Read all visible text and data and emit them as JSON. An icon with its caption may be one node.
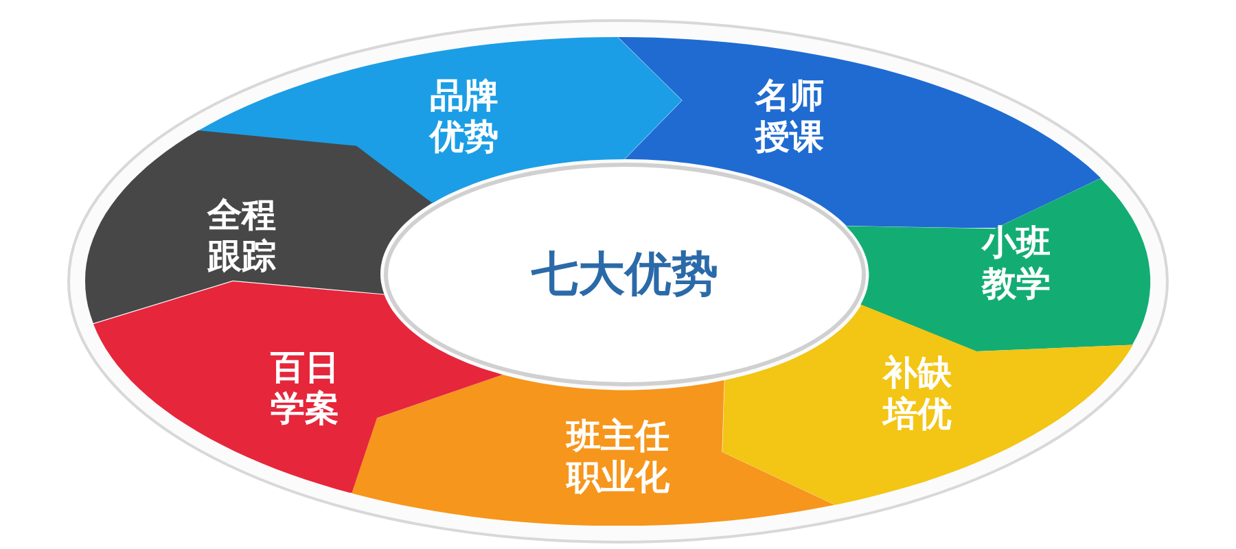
{
  "diagram": {
    "nodes": [
      {
        "text": [
          "七大优势"
        ]
      },
      {
        "text": [
          "品牌优势"
        ]
      },
      {
        "text": [
          "名师授课"
        ]
      },
      {
        "text": [
          "小班教学"
        ]
      },
      {
        "text": [
          "补缺培优"
        ]
      },
      {
        "text": [
          "班主任职业化"
        ]
      },
      {
        "text": [
          "百日学案"
        ]
      },
      {
        "text": [
          "全程跟踪"
        ]
      }
    ]
  }
}
